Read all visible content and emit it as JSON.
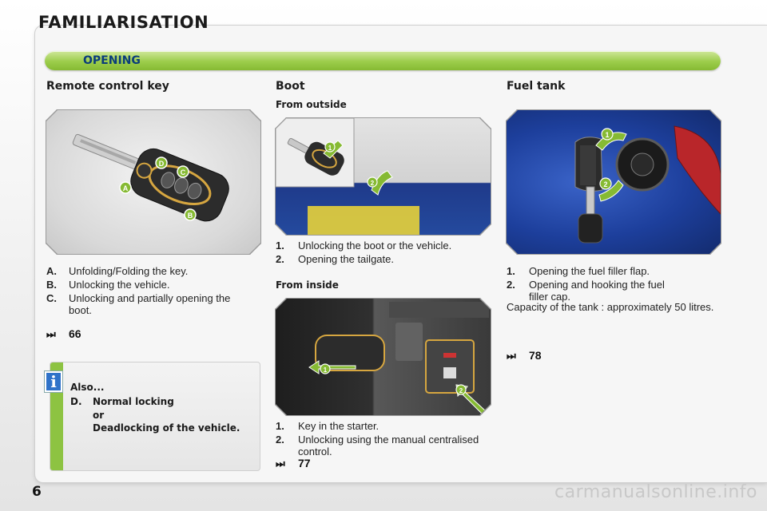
{
  "header": {
    "title": "FAMILIARISATION"
  },
  "section": {
    "title": "OPENING"
  },
  "remote_key": {
    "heading": "Remote control key",
    "callouts": [
      "D",
      "C",
      "A",
      "B"
    ],
    "items": [
      {
        "key": "A.",
        "text": "Unfolding/Folding the key."
      },
      {
        "key": "B.",
        "text": "Unlocking the vehicle."
      },
      {
        "key": "C.",
        "text": "Unlocking and partially opening the boot."
      }
    ],
    "ref_icon": "skip-forward-icon",
    "ref": "66"
  },
  "also_box": {
    "icon": "i",
    "title": "Also...",
    "key": "D.",
    "line1": "Normal locking",
    "line2": "or",
    "line3": "Deadlocking of the vehicle.",
    "accent": "#8dc342"
  },
  "boot": {
    "heading": "Boot",
    "outside": {
      "subheading": "From outside",
      "callouts": [
        "1",
        "2"
      ],
      "items": [
        {
          "key": "1.",
          "text": "Unlocking the boot or the vehicle."
        },
        {
          "key": "2.",
          "text": "Opening the tailgate."
        }
      ]
    },
    "inside": {
      "subheading": "From inside",
      "callouts": [
        "1",
        "2"
      ],
      "items": [
        {
          "key": "1.",
          "text": "Key in the starter."
        },
        {
          "key": "2.",
          "text": "Unlocking using the manual centralised control."
        }
      ],
      "ref": "77"
    }
  },
  "fuel_tank": {
    "heading": "Fuel tank",
    "callouts": [
      "1",
      "2"
    ],
    "items": [
      {
        "key": "1.",
        "text": "Opening the fuel filler flap."
      },
      {
        "key": "2.",
        "text": "Opening and hooking the fuel filler cap."
      }
    ],
    "capacity": "Capacity of the tank : approximately 50 litres.",
    "ref": "78"
  },
  "footer": {
    "page_number": "6",
    "watermark": "carmanualsonline.info"
  },
  "colors": {
    "accent_green": "#8dc342",
    "title_blue": "#0b3d7a",
    "car_blue": "#1d3f9c"
  }
}
